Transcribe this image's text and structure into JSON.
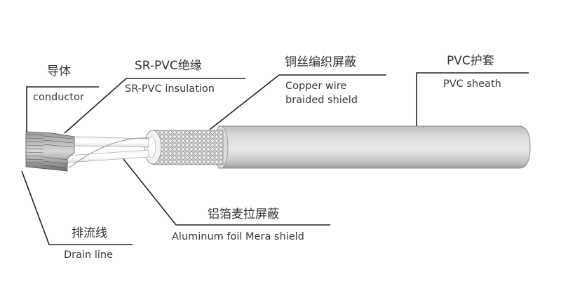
{
  "diagram": {
    "title": "Cable structure",
    "colors": {
      "line": "#222222",
      "sheath_light": "#e6e6e6",
      "sheath_mid": "#cfcfcf",
      "sheath_dark": "#9a9a9a",
      "text": "#333333"
    },
    "labels": {
      "conductor": {
        "zh": "导体",
        "en": "conductor"
      },
      "insulation": {
        "zh": "SR-PVC绝缘",
        "en": "SR-PVC insulation"
      },
      "braid": {
        "zh": "铜丝编织屏蔽",
        "en_line1": "Copper wire",
        "en_line2": "braided shield"
      },
      "sheath": {
        "zh": "PVC护套",
        "en": "PVC sheath"
      },
      "foil": {
        "zh": "铝箔麦拉屏蔽",
        "en": "Aluminum foil Mera shield"
      },
      "drain": {
        "zh": "排流线",
        "en": "Drain line"
      }
    }
  }
}
